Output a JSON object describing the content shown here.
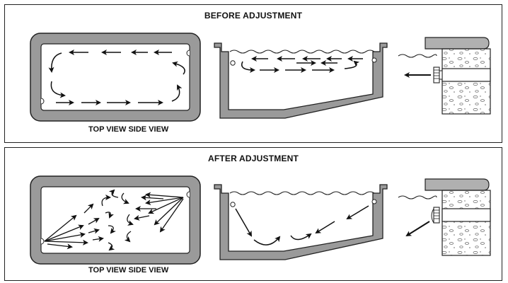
{
  "panels": {
    "before": {
      "title": "BEFORE ADJUSTMENT",
      "view_label": "TOP VIEW SIDE VIEW"
    },
    "after": {
      "title": "AFTER ADJUSTMENT",
      "view_label": "TOP VIEW SIDE VIEW"
    }
  },
  "colors": {
    "pool_wall": "#9a9a9a",
    "outline": "#222222",
    "arrow": "#111111",
    "coping": "#b0b0b0"
  }
}
